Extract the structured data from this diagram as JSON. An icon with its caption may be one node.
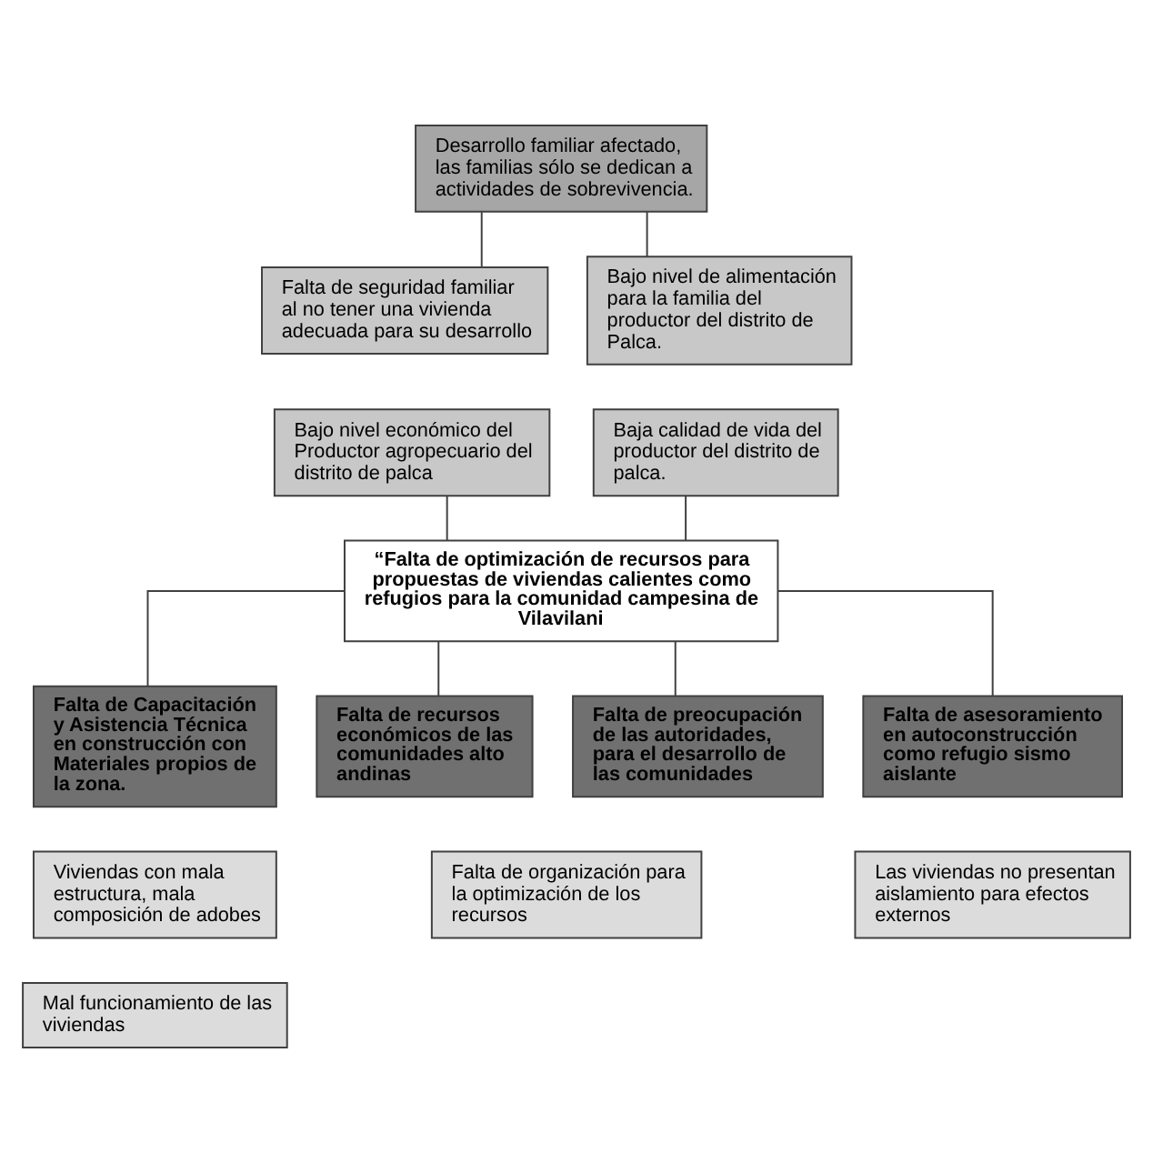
{
  "diagram": {
    "nodes": [
      {
        "text": [
          "Desarrollo familiar afectado, las familias sólo se dedican a actividades de sobrevivencia."
        ]
      },
      {
        "text": [
          "Falta de seguridad familiar al no tener una vivienda adecuada para su desarrollo"
        ]
      },
      {
        "text": [
          "Bajo nivel de alimentación para la familia del productor del distrito de Palca."
        ]
      },
      {
        "text": [
          "Bajo nivel económico del Productor agropecuario del distrito de palca"
        ]
      },
      {
        "text": [
          "Baja calidad de vida del productor del distrito de palca."
        ]
      },
      {
        "text": [
          "“Falta de optimización de recursos para propuestas de viviendas calientes como refugios para la comunidad campesina de Vilavilani"
        ]
      },
      {
        "text": [
          "Falta de Capacitación y Asistencia Técnica en construcción con Materiales propios de la zona."
        ]
      },
      {
        "text": [
          "Falta de recursos económicos de las comunidades alto andinas"
        ]
      },
      {
        "text": [
          "Falta de preocupación de las autoridades, para el desarrollo de las comunidades"
        ]
      },
      {
        "text": [
          "Falta de asesoramiento en autoconstrucción como refugio sismo aislante"
        ]
      },
      {
        "text": [
          "Viviendas con mala estructura, mala composición de adobes"
        ]
      },
      {
        "text": [
          "Mal funcionamiento de las viviendas"
        ]
      },
      {
        "text": [
          "Falta de organización para la optimización de los recursos"
        ]
      },
      {
        "text": [
          "Las viviendas no presentan aislamiento para efectos externos"
        ]
      }
    ],
    "edges": [
      {
        "from": 0,
        "to": 1,
        "arrow": "none"
      },
      {
        "from": 0,
        "to": 2,
        "arrow": "none"
      },
      {
        "from": 3,
        "to": 5,
        "arrow": "none"
      },
      {
        "from": 4,
        "to": 5,
        "arrow": "none"
      },
      {
        "from": 5,
        "to": 6,
        "arrow": "none"
      },
      {
        "from": 5,
        "to": 7,
        "arrow": "none"
      },
      {
        "from": 5,
        "to": 8,
        "arrow": "none"
      },
      {
        "from": 5,
        "to": 9,
        "arrow": "none"
      }
    ]
  }
}
